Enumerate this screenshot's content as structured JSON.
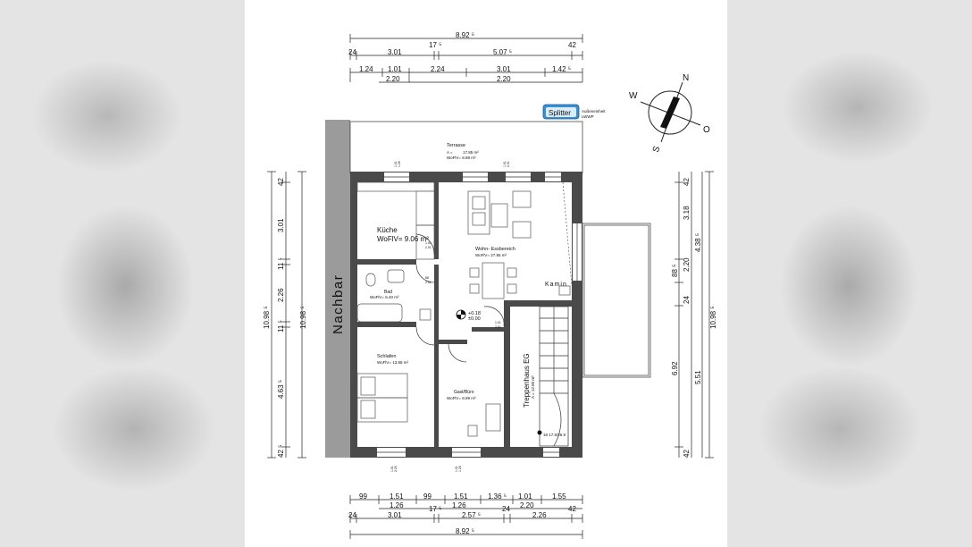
{
  "neighbor_label": "Nachbar",
  "logo": {
    "brand": "Splitter",
    "line1": "Außeneinheit",
    "line2": "LWWP"
  },
  "compass": {
    "n": "N",
    "o": "O",
    "s": "S",
    "w": "W"
  },
  "rooms": {
    "terrace": {
      "name": "Terrasse",
      "area_label": "A =",
      "area": "17.85 m²",
      "wofl": "WoFlV= 8.89 m²"
    },
    "kitchen": {
      "name": "Küche",
      "wofl": "WoFlV= 9.06 m²"
    },
    "living": {
      "name": "Wohn- Essbereich",
      "wofl": "WoFlV= 27.85 m²"
    },
    "bath": {
      "name": "Bad",
      "wofl": "WoFlV= 6.40 m²"
    },
    "bedroom": {
      "name": "Schlafen",
      "wofl": "WoFlV= 13.86 m²"
    },
    "guest": {
      "name": "Gast/Büro",
      "wofl": "WoFlV= 8.99 m²"
    },
    "stairs": {
      "name": "Treppenhaus EG",
      "area": "A = 12.85 m²"
    },
    "fireplace": "Kamin"
  },
  "level_marker": {
    "top": "+0.18",
    "bottom": "±0.00"
  },
  "stair_note": "18 17.5/26.9",
  "dims_top": {
    "total": "8.92 ⁵",
    "r1": [
      "24",
      "3.01",
      "17 ⁵",
      "5.07 ⁵",
      "42"
    ],
    "r2": [
      "1.24",
      "1.01",
      "2.24",
      "3.01",
      "1.42 ⁵"
    ],
    "r3": [
      "2.20",
      "2.20"
    ]
  },
  "dims_bottom": {
    "total": "8.92 ⁵",
    "r1": [
      "99",
      "1.51",
      "99",
      "1.51",
      "1.36 ⁵",
      "1.01",
      "1.55"
    ],
    "r2": [
      "1.26",
      "1.26",
      "2.20"
    ],
    "r3": [
      "24",
      "3.01",
      "17 ⁵",
      "2.57 ⁵",
      "24",
      "2.26",
      "42"
    ]
  },
  "dims_left": {
    "total_outer": "10.98 ⁵",
    "total_inner": "10.98 ⁵",
    "segments": [
      "42",
      "3.01",
      "11 ⁵",
      "2.26",
      "11 ⁵",
      "4.63 ⁵",
      "42 ⁵"
    ]
  },
  "dims_right": {
    "total_outer": "10.98 ⁵",
    "segments_a": [
      "42",
      "3.18",
      "4.38 ⁵",
      "88 ⁵",
      "2.20",
      "24",
      "6.92",
      "5.51",
      "42"
    ]
  },
  "window_labels": [
    "1.01",
    "1.26",
    "1.01",
    "2.01",
    "1.01",
    "2.20",
    "1.01",
    "1.26"
  ],
  "door_labels": [
    "1.01",
    "2.01",
    "88",
    "2.01",
    "1.01",
    "2.01"
  ]
}
